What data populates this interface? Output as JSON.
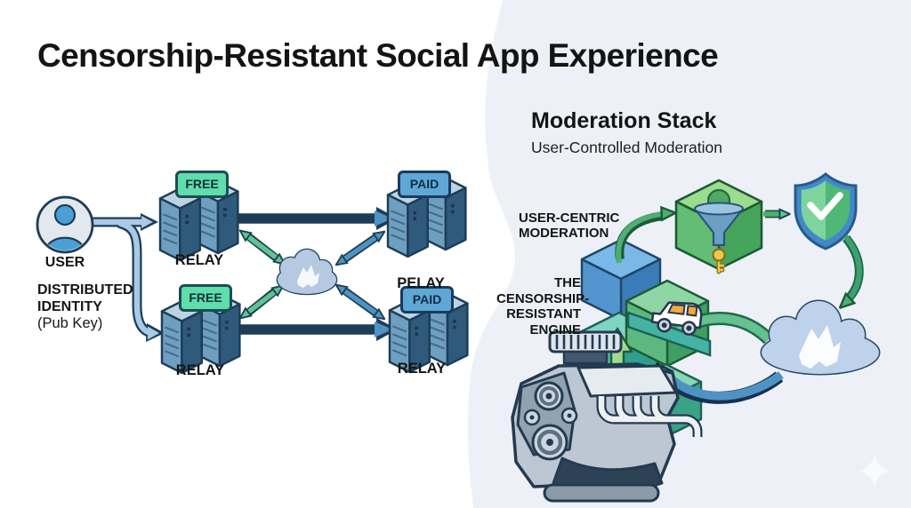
{
  "title": "Censorship-Resistant Social App Experience",
  "left_diagram": {
    "user": {
      "label": "USER"
    },
    "identity": {
      "lines": [
        "DISTRIBUTED",
        "IDENTITY",
        "(Pub Key)"
      ]
    },
    "free_relay_top": {
      "badge": "FREE",
      "label": "RELAY"
    },
    "free_relay_bottom": {
      "badge": "FREE",
      "label": "RELAY"
    },
    "paid_relay_top": {
      "badge": "PAID",
      "label": "PELAY"
    },
    "paid_relay_bottom": {
      "badge": "PAID",
      "label": "RELAY"
    }
  },
  "right_diagram": {
    "heading": "Moderation Stack",
    "subheading": "User-Controlled Moderation",
    "user_centric_label": {
      "lines": [
        "USER-CENTRIC",
        "MODERATION"
      ]
    },
    "engine_label": {
      "lines": [
        "THE",
        "CENSORSHIP-",
        "RESISTANT",
        "ENGINE"
      ]
    }
  },
  "icons": {
    "user": "user-avatar-icon",
    "relay_servers": "server-stack-icon",
    "cloud": "cloud-icon",
    "cloud_logo": "nostr-logo-icon",
    "funnel_cube": "funnel-filter-cube-icon",
    "key": "key-icon",
    "shield": "shield-check-icon",
    "truck": "truck-icon",
    "engine": "engine-icon",
    "sparkle": "sparkle-icon"
  },
  "colors": {
    "background_left": "#ffffff",
    "background_blob": "#edf1f7",
    "free_badge": "#5fddab",
    "paid_badge": "#5fa7d6",
    "arrow_green": "#5fc493",
    "arrow_blue": "#4f93c4",
    "arrow_light_blue": "#a9c9e5",
    "server_front": "#6f9fc0",
    "server_side": "#2f5a7c",
    "cloud_fill": "#b6c9e2",
    "cube_blue": "#5295cf",
    "cube_green": "#5cb87f",
    "cube_teal": "#4db8a8",
    "shield_rim": "#4189c9",
    "shield_fill": "#4fb877",
    "key_gold": "#ecc94b",
    "text": "#151515"
  }
}
